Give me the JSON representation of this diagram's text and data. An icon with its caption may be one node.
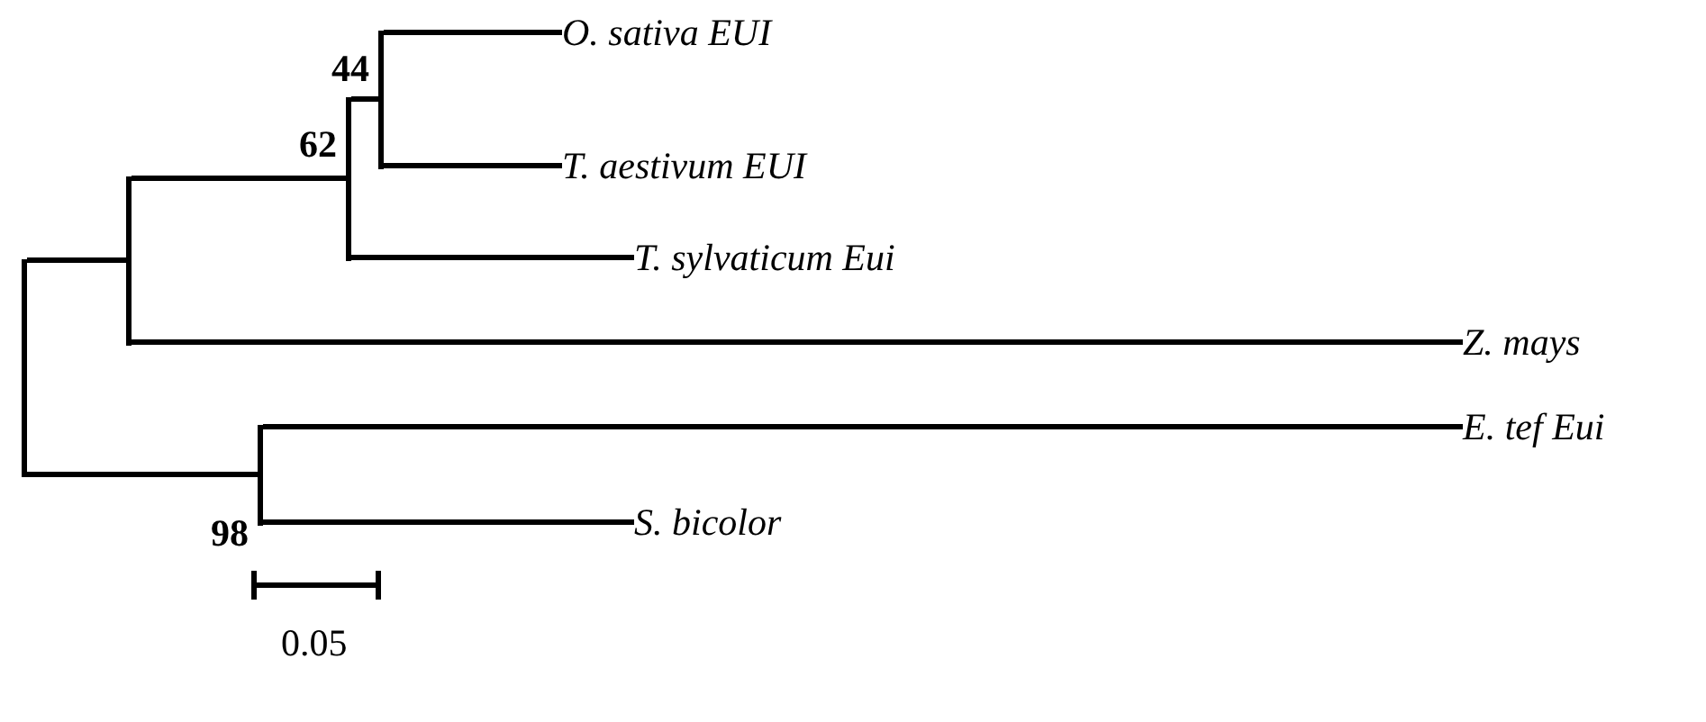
{
  "diagram": {
    "nodes": [
      {
        "text": [],
        "shape": "bar"
      },
      {
        "text": [],
        "shape": "bar"
      },
      {
        "text": [],
        "shape": "bar",
        "beside": [
          "62"
        ]
      },
      {
        "text": [],
        "shape": "bar",
        "beside": [
          "44"
        ]
      },
      {
        "text": [
          "O. sativa  EUI"
        ]
      },
      {
        "text": [
          "T. aestivum  EUI"
        ]
      },
      {
        "text": [
          "T. sylvaticum Eui"
        ]
      },
      {
        "text": [
          "Z. mays"
        ]
      },
      {
        "text": [],
        "shape": "bar",
        "beside": [
          "98"
        ]
      },
      {
        "text": [
          "E. tef Eui"
        ]
      },
      {
        "text": [
          "S. bicolor"
        ]
      }
    ],
    "edges": [
      {
        "from": 0,
        "to": 1,
        "arrow": "none"
      },
      {
        "from": 0,
        "to": 8,
        "arrow": "none"
      },
      {
        "from": 1,
        "to": 2,
        "arrow": "none"
      },
      {
        "from": 1,
        "to": 7,
        "arrow": "none"
      },
      {
        "from": 2,
        "to": 3,
        "arrow": "none"
      },
      {
        "from": 2,
        "to": 6,
        "arrow": "none"
      },
      {
        "from": 3,
        "to": 4,
        "arrow": "none"
      },
      {
        "from": 3,
        "to": 5,
        "arrow": "none"
      },
      {
        "from": 8,
        "to": 9,
        "arrow": "none"
      },
      {
        "from": 8,
        "to": 10,
        "arrow": "none"
      }
    ],
    "labels": [
      "0.05"
    ]
  }
}
